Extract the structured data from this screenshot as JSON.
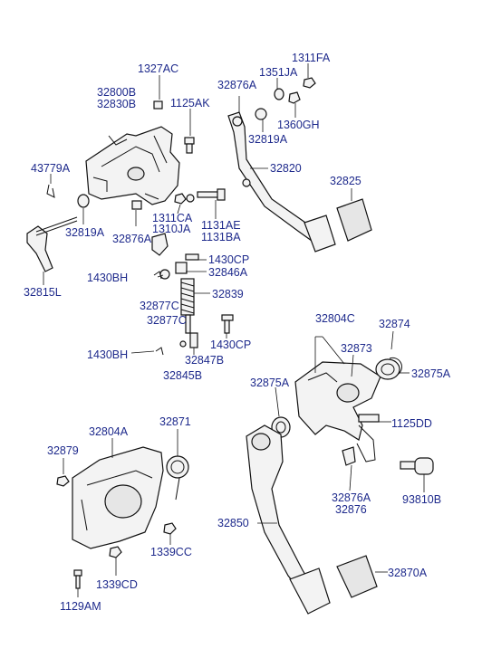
{
  "labels": {
    "p1327AC": "1327AC",
    "p1311FA": "1311FA",
    "p1351JA": "1351JA",
    "p32876A_top": "32876A",
    "p32800B": "32800B",
    "p32830B": "32830B",
    "p1125AK": "1125AK",
    "p1360GH": "1360GH",
    "p32819A_top": "32819A",
    "p43779A": "43779A",
    "p32820": "32820",
    "p32825": "32825",
    "p1311CA": "1311CA",
    "p1310JA": "1310JA",
    "p1131AE": "1131AE",
    "p1131BA": "1131BA",
    "p32819A_left": "32819A",
    "p32876A_mid": "32876A",
    "p1430CP_top": "1430CP",
    "p32815L": "32815L",
    "p1430BH_top": "1430BH",
    "p32846A": "32846A",
    "p32839": "32839",
    "p32877C_1": "32877C",
    "p32877C_2": "32877C",
    "p1430BH_bot": "1430BH",
    "p32847B": "32847B",
    "p1430CP_bot": "1430CP",
    "p32845B": "32845B",
    "p32804C": "32804C",
    "p32874": "32874",
    "p32873": "32873",
    "p32875A_right": "32875A",
    "p32875A_left": "32875A",
    "p1125DD": "1125DD",
    "p32804A": "32804A",
    "p32871": "32871",
    "p32879": "32879",
    "p32876A_bot": "32876A",
    "p32876": "32876",
    "p93810B": "93810B",
    "p32850": "32850",
    "p1339CC": "1339CC",
    "p1339CD": "1339CD",
    "p32870A": "32870A",
    "p1129AM": "1129AM"
  },
  "colors": {
    "label_text": "#1e2a8c",
    "outline": "#111111",
    "part_fill": "#f3f3f3",
    "background": "#ffffff"
  }
}
